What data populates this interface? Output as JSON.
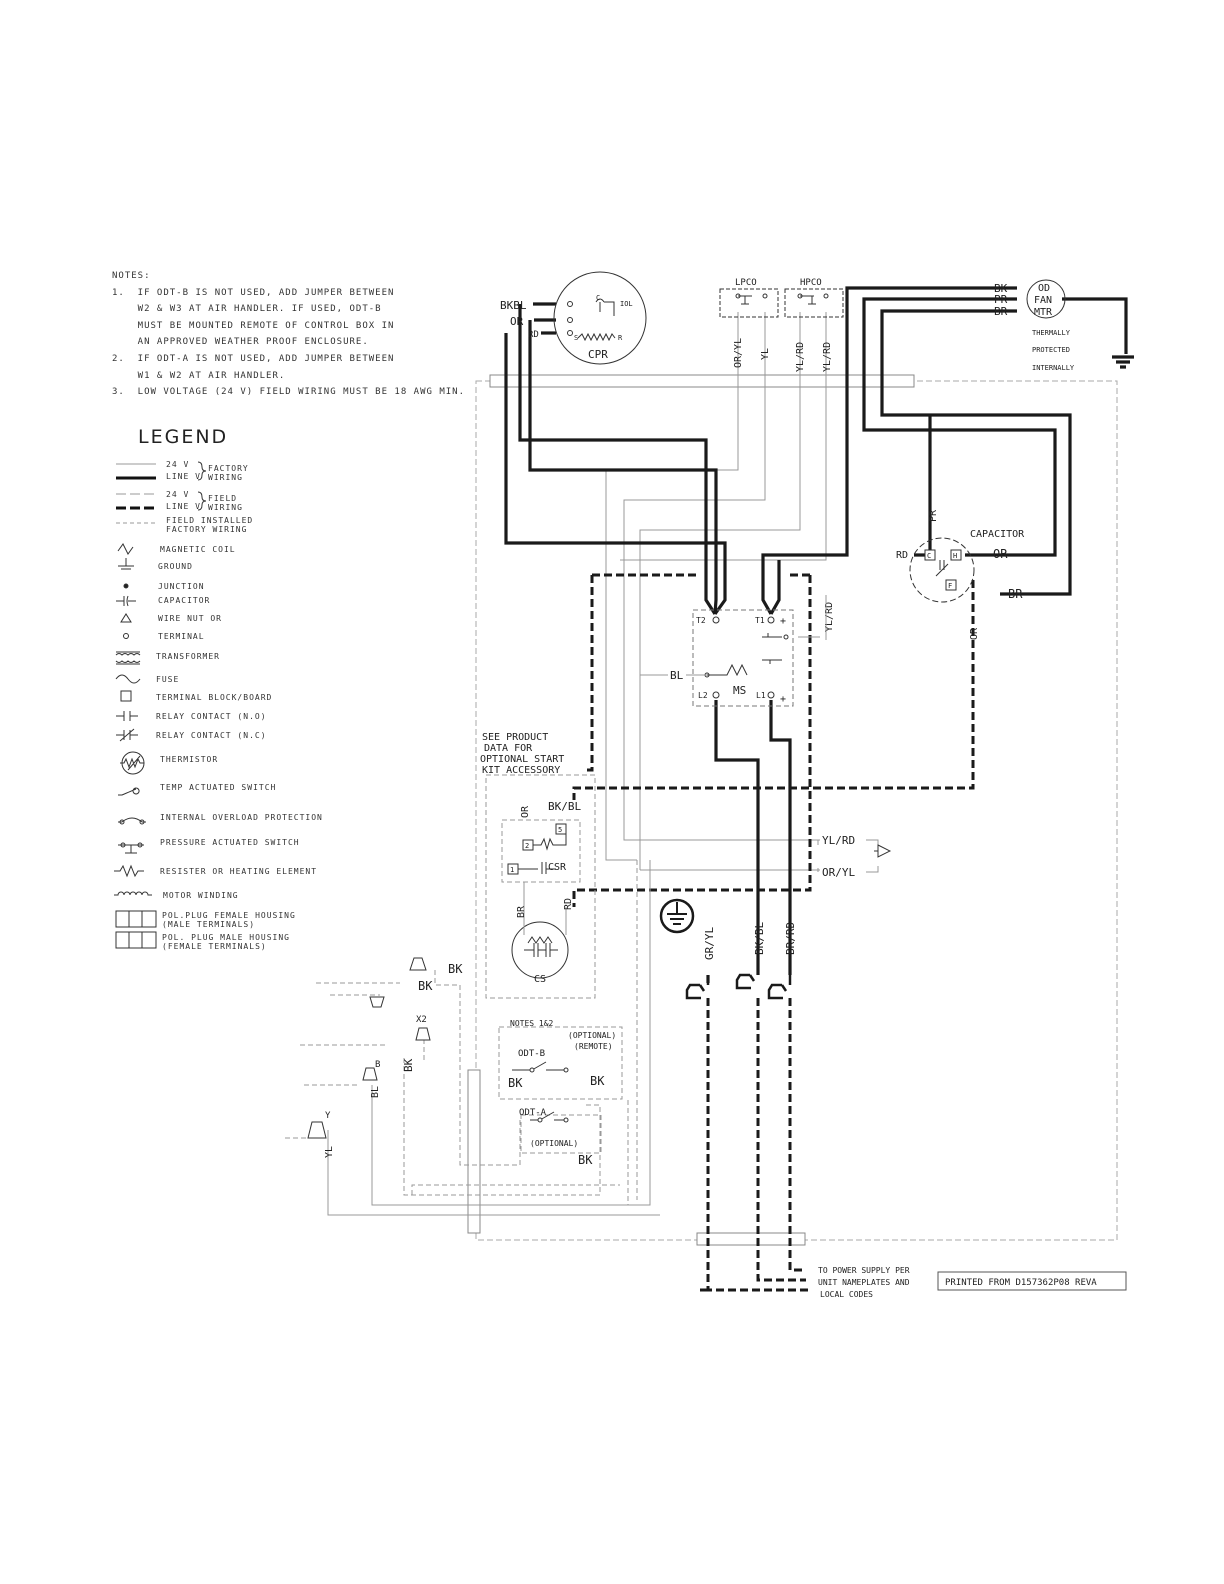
{
  "notes": {
    "header": "NOTES:",
    "items": [
      "1.  IF ODT-B IS NOT USED, ADD JUMPER BETWEEN\n    W2 & W3 AT AIR HANDLER. IF USED, ODT-B\n    MUST BE MOUNTED REMOTE OF CONTROL BOX IN\n    AN APPROVED WEATHER PROOF ENCLOSURE.",
      "2.  IF ODT-A IS NOT USED, ADD JUMPER BETWEEN\n    W1 & W2 AT AIR HANDLER.",
      "3.  LOW VOLTAGE (24 V) FIELD WIRING MUST BE 18 AWG MIN."
    ]
  },
  "legend": {
    "title": "LEGEND",
    "wiring": {
      "v24": "24 V",
      "line_v": "LINE V",
      "factory": "FACTORY\nWIRING",
      "field": "FIELD\nWIRING",
      "field_installed": "FIELD INSTALLED\nFACTORY WIRING"
    },
    "symbols": [
      "MAGNETIC COIL",
      "GROUND",
      "JUNCTION",
      "CAPACITOR",
      "WIRE NUT OR",
      "TERMINAL",
      "TRANSFORMER",
      "FUSE",
      "TERMINAL BLOCK/BOARD",
      "RELAY CONTACT (N.O)",
      "RELAY CONTACT (N.C)",
      "THERMISTOR",
      "TEMP ACTUATED SWITCH",
      "INTERNAL OVERLOAD PROTECTION",
      "PRESSURE ACTUATED SWITCH",
      "RESISTER OR HEATING ELEMENT",
      "MOTOR WINDING",
      "POL.PLUG FEMALE HOUSING\n(MALE TERMINALS)",
      "POL. PLUG MALE HOUSING\n(FEMALE TERMINALS)"
    ]
  },
  "components": {
    "cpr": "CPR",
    "cpr_c": "C",
    "cpr_s": "S",
    "cpr_r": "R",
    "cpr_iol": "IOL",
    "lpco": "LPCO",
    "hpco": "HPCO",
    "od_fan_1": "OD",
    "od_fan_2": "FAN",
    "od_fan_3": "MTR",
    "thermal_1": "THERMALLY",
    "thermal_2": "PROTECTED",
    "thermal_3": "INTERNALLY",
    "capacitor": "CAPACITOR",
    "cap_c": "C",
    "cap_h": "H",
    "cap_f": "F",
    "ms": "MS",
    "ms_t2": "T2",
    "ms_t1": "T1",
    "ms_l2": "L2",
    "ms_l1": "L1",
    "csr": "CSR",
    "cs": "CS",
    "csr_t2": "2",
    "csr_t5": "5",
    "csr_t1": "1",
    "see_product_1": "SEE PRODUCT",
    "see_product_2": "DATA FOR",
    "see_product_3": "OPTIONAL START",
    "see_product_4": "KIT ACCESSORY",
    "notes_12": "NOTES 1&2",
    "optional": "(OPTIONAL)",
    "remote": "(REMOTE)",
    "optional2": "(OPTIONAL)",
    "odt_b": "ODT-B",
    "odt_a": "ODT-A",
    "power_1": "TO POWER SUPPLY PER",
    "power_2": "UNIT NAMEPLATES AND",
    "power_3": "LOCAL CODES",
    "printed": "PRINTED FROM D157362P08 REVA",
    "x2": "X2",
    "y": "Y",
    "b": "B"
  },
  "wire_labels": {
    "bkbl": "BKBL",
    "or": "OR",
    "rd": "RD",
    "bk": "BK",
    "pr": "PR",
    "br": "BR",
    "or_yl": "OR/YL",
    "yl": "YL",
    "yl_rd": "YL/RD",
    "yl_rd2": "YL/RD",
    "pr_cap": "PR",
    "rd_cap": "RD",
    "or_cap": "OR",
    "br_cap": "BR",
    "or_vert": "OR",
    "yl_rd_ms": "YL/RD",
    "bl_ms": "BL",
    "bk_bl": "BK/BL",
    "or_csr": "OR",
    "br_cs": "BR",
    "rd_cs": "RD",
    "yl_rd_plug": "YL/RD",
    "or_yl_plug": "OR/YL",
    "gr_yl": "GR/YL",
    "bk_bl_power": "BK/BL",
    "br_rd_power": "BR/RD",
    "bk_1": "BK",
    "bk_2": "BK",
    "bk_3": "BK",
    "bl_low": "BL",
    "bk_odtb_l": "BK",
    "bk_odtb_r": "BK",
    "bk_odta": "BK",
    "yl_low": "YL"
  },
  "colors": {
    "line": "#1a1a1a",
    "thin": "#9a9a9a",
    "dashed_thin": "#aaaaaa"
  }
}
